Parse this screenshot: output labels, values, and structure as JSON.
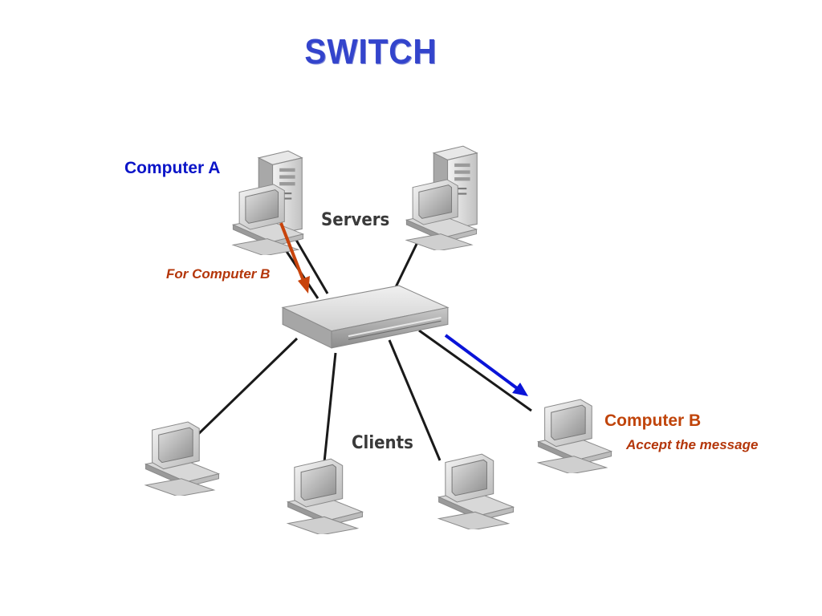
{
  "title": "SWITCH",
  "labels": {
    "computer_a": "Computer A",
    "computer_b": "Computer B",
    "message_note": "For Computer B",
    "accept_note": "Accept the message",
    "servers": "Servers",
    "clients": "Clients"
  },
  "colors": {
    "title": "#3344cc",
    "computer_label": "#0a14c8",
    "computer_b_label": "#c0440a",
    "note": "#b4360a",
    "arrow_outgoing": "#c8440c",
    "arrow_incoming": "#0a14d8",
    "cable": "#1a1a1a"
  },
  "icons": {
    "tower": "server-tower-icon",
    "workstation": "workstation-icon",
    "switch": "network-switch-icon"
  }
}
